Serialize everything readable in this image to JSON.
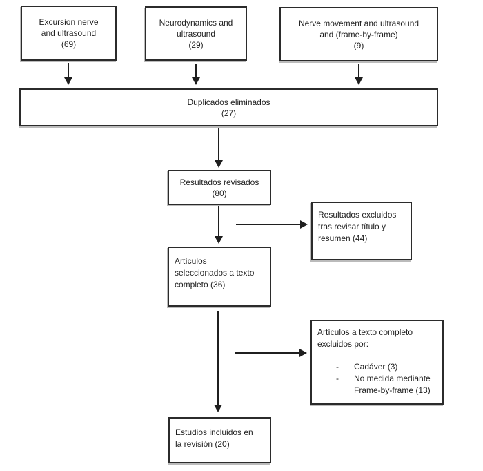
{
  "diagram": {
    "type": "flowchart",
    "colors": {
      "background": "#ffffff",
      "box_border": "#2b2b2b",
      "text": "#1f1f1f",
      "arrow": "#1f1f1f"
    },
    "nodes": {
      "excursion": {
        "lines": [
          "Excursion nerve",
          "and ultrasound",
          "(69)"
        ]
      },
      "neurodynamics": {
        "lines": [
          "Neurodynamics and",
          "ultrasound",
          "(29)"
        ]
      },
      "nerve_movement": {
        "lines": [
          "Nerve movement and ultrasound",
          "and (frame-by-frame)",
          "(9)"
        ]
      },
      "duplicates": {
        "lines": [
          "Duplicados eliminados",
          "(27)"
        ]
      },
      "reviewed": {
        "lines": [
          "Resultados revisados",
          "(80)"
        ]
      },
      "excluded_title_abstract": {
        "lines": [
          "Resultados excluidos",
          "tras revisar título y",
          "resumen (44)"
        ]
      },
      "fulltext_selected": {
        "lines": [
          "Artículos",
          "seleccionados a texto",
          "completo (36)"
        ]
      },
      "fulltext_excluded": {
        "header_lines": [
          "Artículos a texto completo",
          "excluidos por:"
        ],
        "bullets": [
          {
            "marker": "-",
            "lines": [
              "Cadáver (3)"
            ]
          },
          {
            "marker": "-",
            "lines": [
              "No medida mediante",
              "Frame-by-frame (13)"
            ]
          }
        ]
      },
      "included": {
        "lines": [
          "Estudios incluidos en",
          "la revisión (20)"
        ]
      }
    }
  }
}
